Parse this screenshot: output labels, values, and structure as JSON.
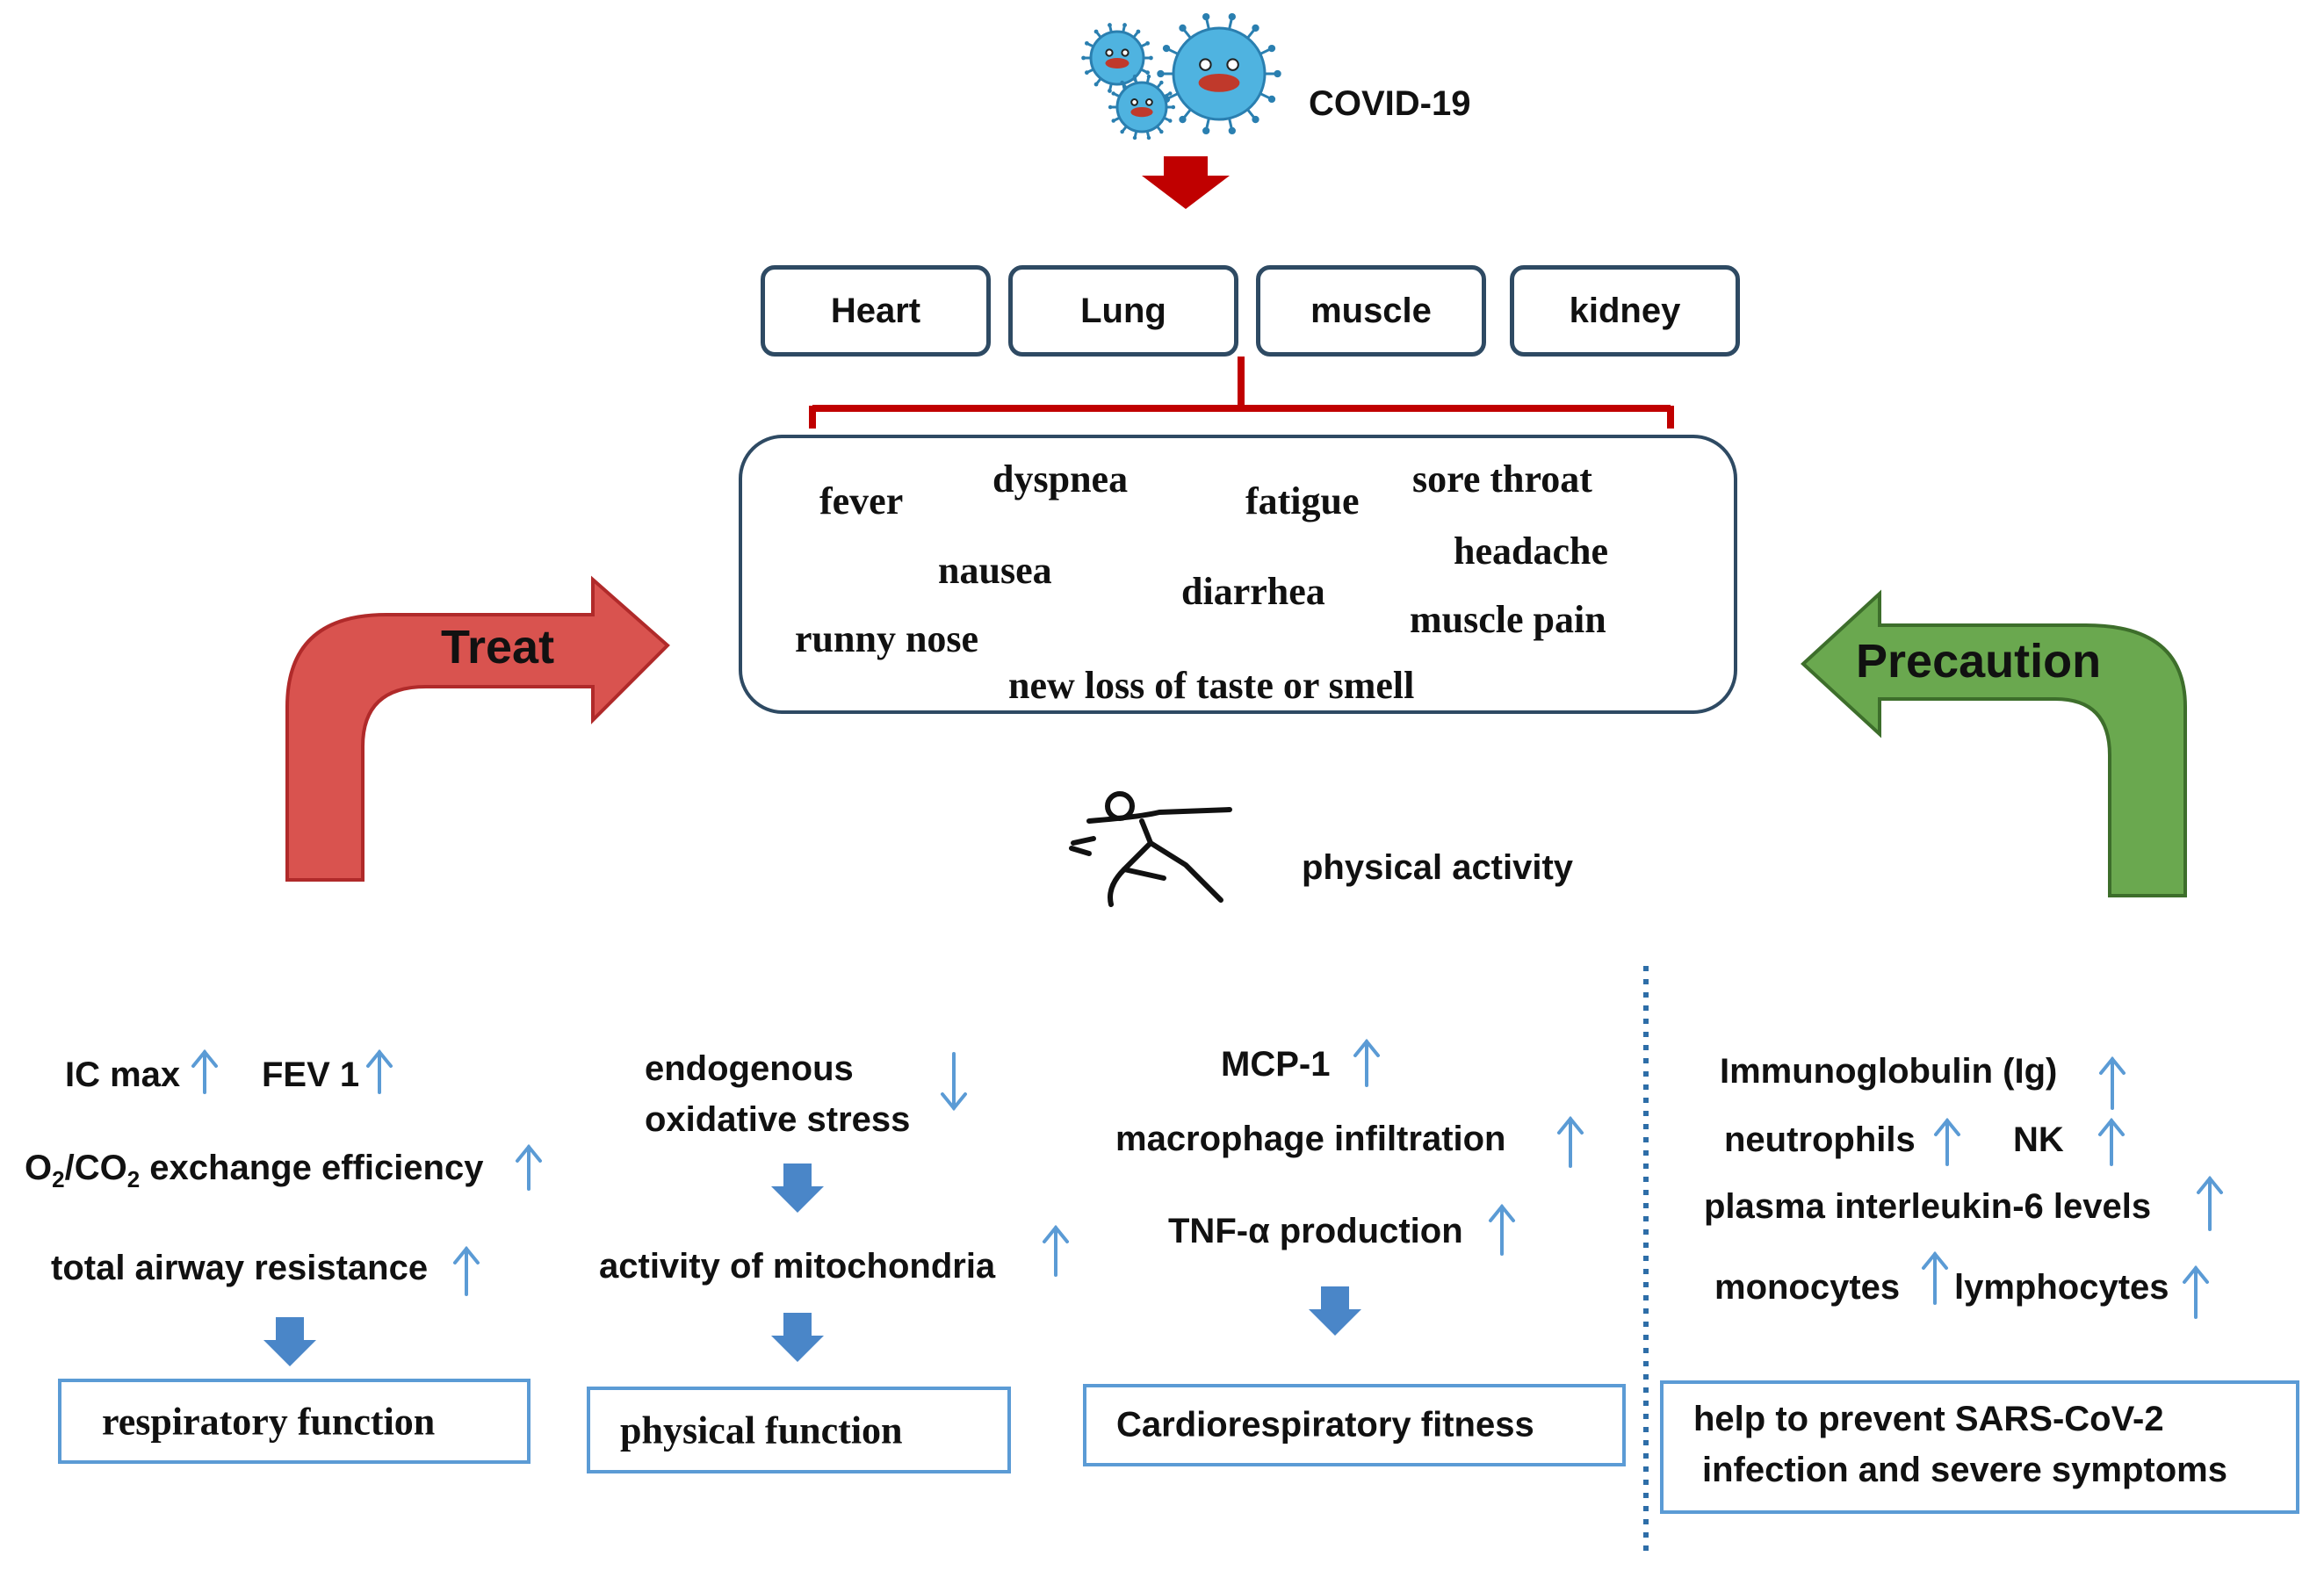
{
  "title": {
    "virus_label": "COVID-19"
  },
  "organs": [
    "Heart",
    "Lung",
    "muscle",
    "kidney"
  ],
  "symptoms": {
    "fever": "fever",
    "dyspnea": "dyspnea",
    "fatigue": "fatigue",
    "sore_throat": "sore throat",
    "nausea": "nausea",
    "headache": "headache",
    "diarrhea": "diarrhea",
    "muscle_pain": "muscle pain",
    "runny_nose": "runny nose",
    "loss_taste_smell": "new loss of taste or smell"
  },
  "arrows": {
    "treat": "Treat",
    "precaution": "Precaution"
  },
  "center": {
    "physical_activity": "physical activity"
  },
  "respiratory": {
    "ic_max": "IC max",
    "fev1": "FEV 1",
    "exchange_o": "O",
    "exchange_sub1": "2",
    "exchange_co": "/CO",
    "exchange_sub2": "2",
    "exchange_rest": " exchange efficiency",
    "airway": "total airway resistance",
    "result": "respiratory function"
  },
  "physical": {
    "endogenous": "endogenous",
    "oxidative": "oxidative stress",
    "mitochondria": "activity of mitochondria",
    "result": "physical function"
  },
  "cardio": {
    "mcp1": "MCP-1",
    "macrophage": "macrophage infiltration",
    "tnf": "TNF-α production",
    "result": "Cardiorespiratory fitness"
  },
  "immune": {
    "ig": "Immunoglobulin (Ig)",
    "neutrophils": "neutrophils",
    "nk": "NK",
    "il6": "plasma interleukin-6 levels",
    "monocytes": "monocytes",
    "lymphocytes": "lymphocytes",
    "result_line1": "help to prevent SARS-CoV-2",
    "result_line2": "infection and severe symptoms"
  },
  "colors": {
    "treat_fill": "#d9534f",
    "treat_stroke": "#b02a2a",
    "precaution_fill": "#6aa84f",
    "precaution_stroke": "#3d6e2b",
    "accent_blue": "#5b9bd5",
    "block_arrow_blue": "#4a86c8",
    "red_arrow": "#c00000",
    "box_border": "#2e4a63",
    "virus": "#4fb3e0"
  },
  "icons": [
    "virus-icon",
    "runner-icon",
    "up-arrow-icon",
    "down-arrow-icon",
    "down-block-arrow-icon"
  ]
}
